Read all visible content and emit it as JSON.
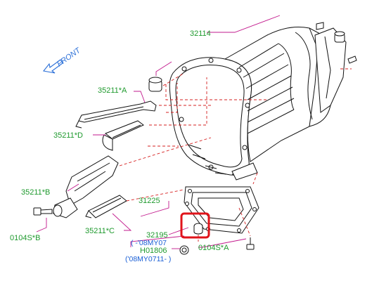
{
  "diagram": {
    "orientation": "FRONT",
    "labels": {
      "p32114": "32114",
      "p35211A": "35211*A",
      "p35211D": "35211*D",
      "p35211B": "35211*B",
      "p35211C": "35211*C",
      "p0104SB": "0104S*B",
      "p31225": "31225",
      "p32195": "32195",
      "p32195_note": "( -'08MY07",
      "pH01806": "H01806",
      "pH01806_note": "('08MY0711- )",
      "p0104SA": "0104S*A"
    },
    "highlight": {
      "part": "32195",
      "color": "#e0141b"
    },
    "colors": {
      "label": "#1f9a2e",
      "note": "#1a5fd6",
      "leader": "#c2188c",
      "hidden_line": "#d62020"
    }
  }
}
